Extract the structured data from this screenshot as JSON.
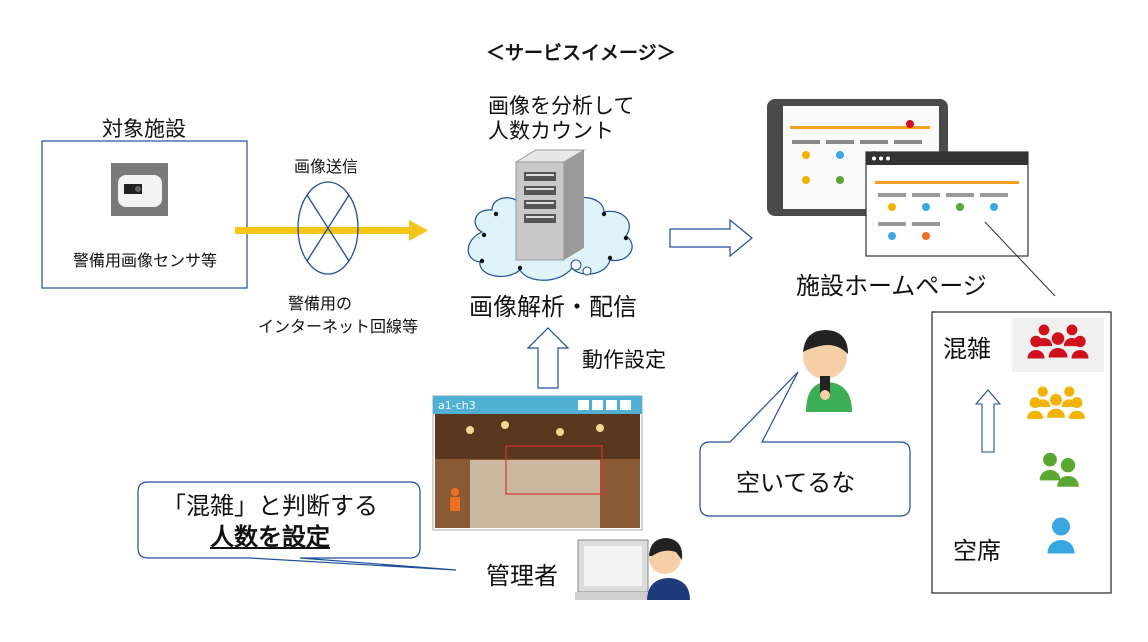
{
  "title": "＜サービスイメージ＞",
  "facility": {
    "label": "対象施設",
    "sensor_label": "警備用画像センサ等"
  },
  "transmission": {
    "label": "画像送信",
    "network_label_line1": "警備用の",
    "network_label_line2": "インターネット回線等"
  },
  "analysis": {
    "desc_line1": "画像を分析して",
    "desc_line2": "人数カウント",
    "label": "画像解析・配信"
  },
  "homepage": {
    "label": "施設ホームページ"
  },
  "settings": {
    "label": "動作設定"
  },
  "camera": {
    "name": "a1-ch3"
  },
  "admin": {
    "label": "管理者",
    "bubble_line1": "「混雑」と判断する",
    "bubble_line2": "人数を設定"
  },
  "user": {
    "bubble": "空いてるな"
  },
  "legend": {
    "crowded": "混雑",
    "vacant": "空席",
    "colors": [
      "#d0101a",
      "#f2b300",
      "#5aa830",
      "#3aa8e0"
    ]
  },
  "colors": {
    "arrow": "#f5c518",
    "cloud": "#dff3fb",
    "camera_bar": "#4fb0d4"
  }
}
